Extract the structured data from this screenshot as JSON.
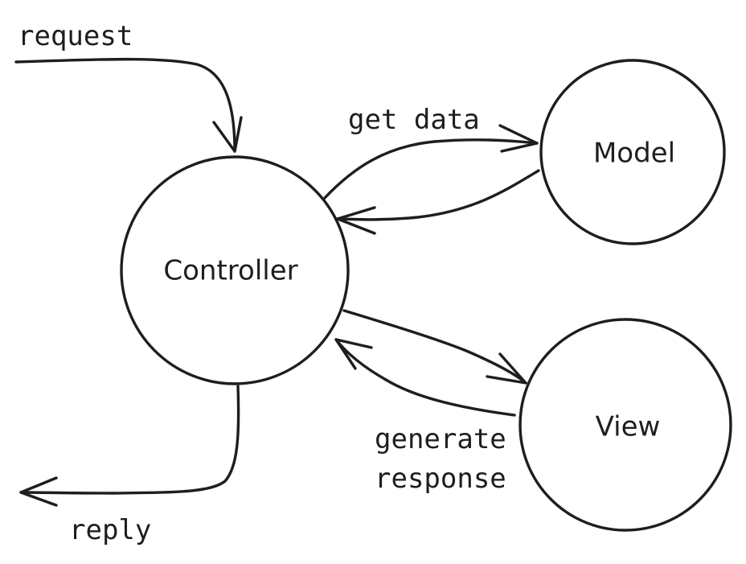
{
  "diagram": {
    "nodes": {
      "controller": {
        "label": "Controller"
      },
      "model": {
        "label": "Model"
      },
      "view": {
        "label": "View"
      }
    },
    "edges": {
      "request": {
        "label": "request",
        "from": "external",
        "to": "controller"
      },
      "get_data": {
        "label": "get data",
        "from": "controller",
        "to": "model"
      },
      "model_return": {
        "label": "",
        "from": "model",
        "to": "controller"
      },
      "to_view": {
        "label": "",
        "from": "controller",
        "to": "view"
      },
      "generate_response": {
        "label_line1": "generate",
        "label_line2": "response",
        "from": "view",
        "to": "controller"
      },
      "reply": {
        "label": "reply",
        "from": "controller",
        "to": "external"
      }
    },
    "colors": {
      "stroke": "#1e1e1e",
      "background": "#ffffff"
    }
  }
}
